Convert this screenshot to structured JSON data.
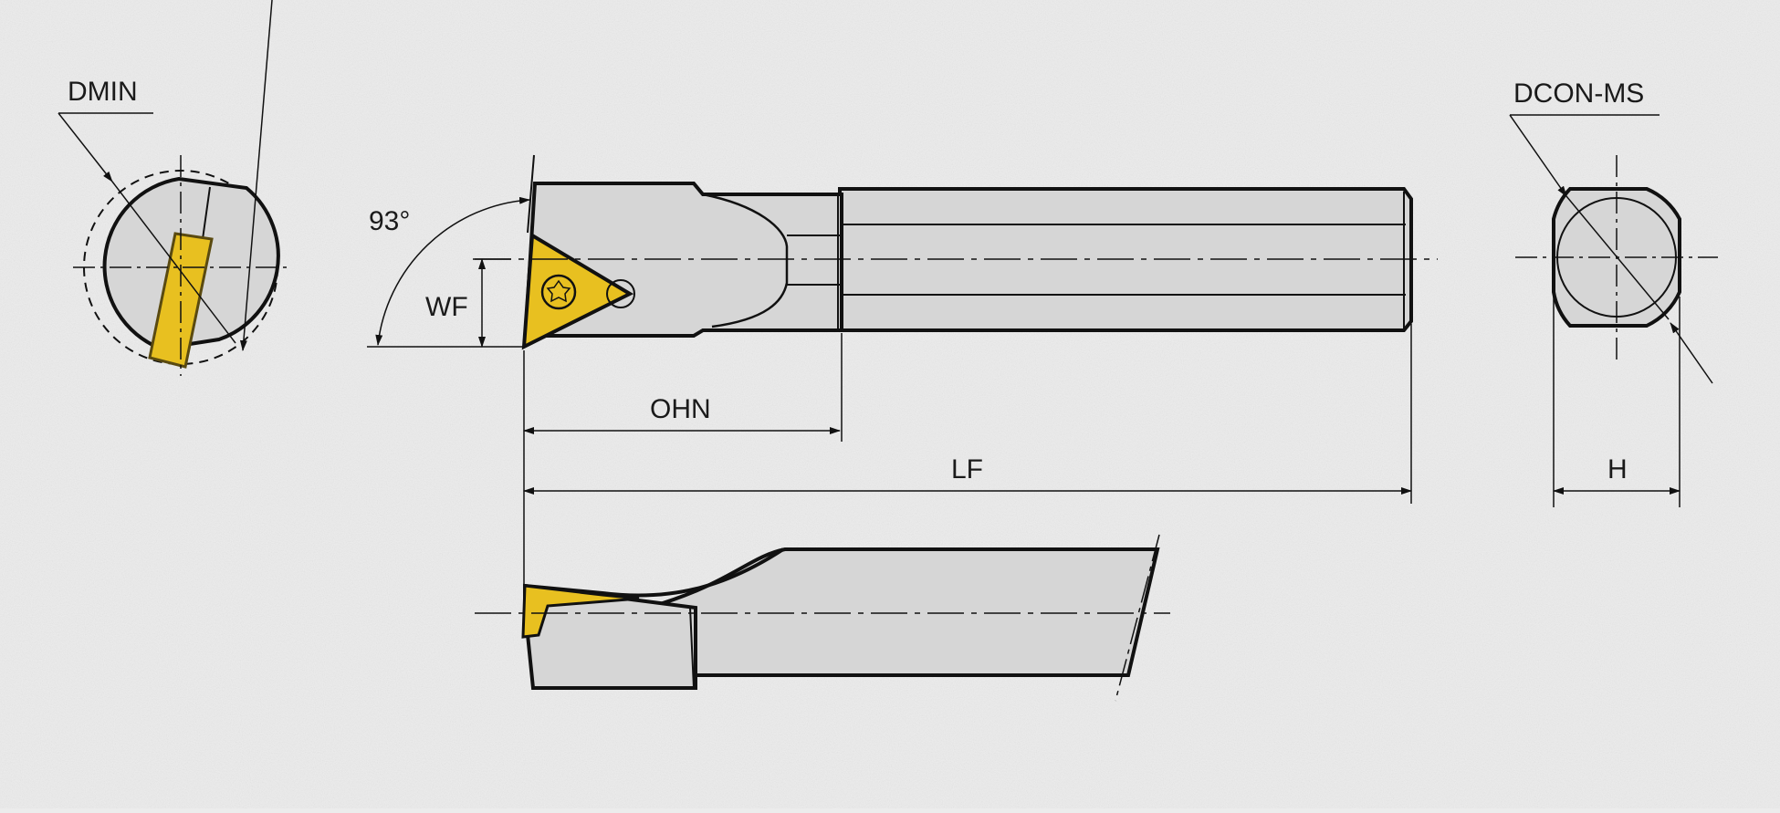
{
  "labels": {
    "dmin": "DMIN",
    "dcon_ms": "DCON-MS",
    "angle": "93°",
    "wf": "WF",
    "ohn": "OHN",
    "lf": "LF",
    "h": "H"
  },
  "colors": {
    "background": "#ececec",
    "body": "#d6d6d6",
    "outline": "#111111",
    "insert": "#e8c020",
    "insert_edge": "#5a4a10"
  }
}
